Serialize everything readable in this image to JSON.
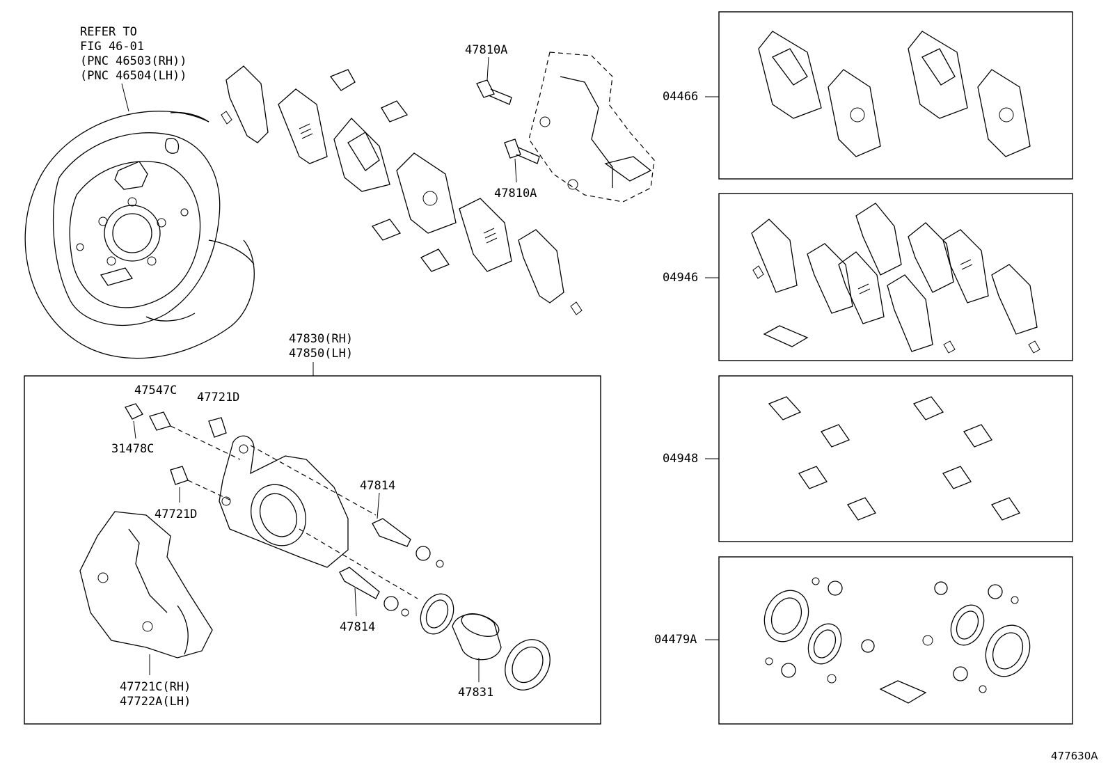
{
  "diagram": {
    "refer": [
      "REFER TO",
      "FIG 46-01",
      "(PNC 46503(RH))",
      "(PNC 46504(LH))"
    ],
    "labels": {
      "bolt_top": "47810A",
      "bolt_lower": "47810A",
      "caliper_rh": "47830(RH)",
      "caliper_lh": "47850(LH)",
      "bleeder_plug": "47547C",
      "bleeder_cap": "31478C",
      "screw_top": "47721D",
      "screw_lower": "47721D",
      "pin_upper": "47814",
      "pin_lower": "47814",
      "piston": "47831",
      "mount_rh": "47721C(RH)",
      "mount_lh": "47722A(LH)"
    },
    "kits": {
      "pad_kit": "04466",
      "shim_kit": "04946",
      "fitting_kit": "04948",
      "cylinder_kit": "04479A"
    },
    "figure_id": "477630A"
  }
}
